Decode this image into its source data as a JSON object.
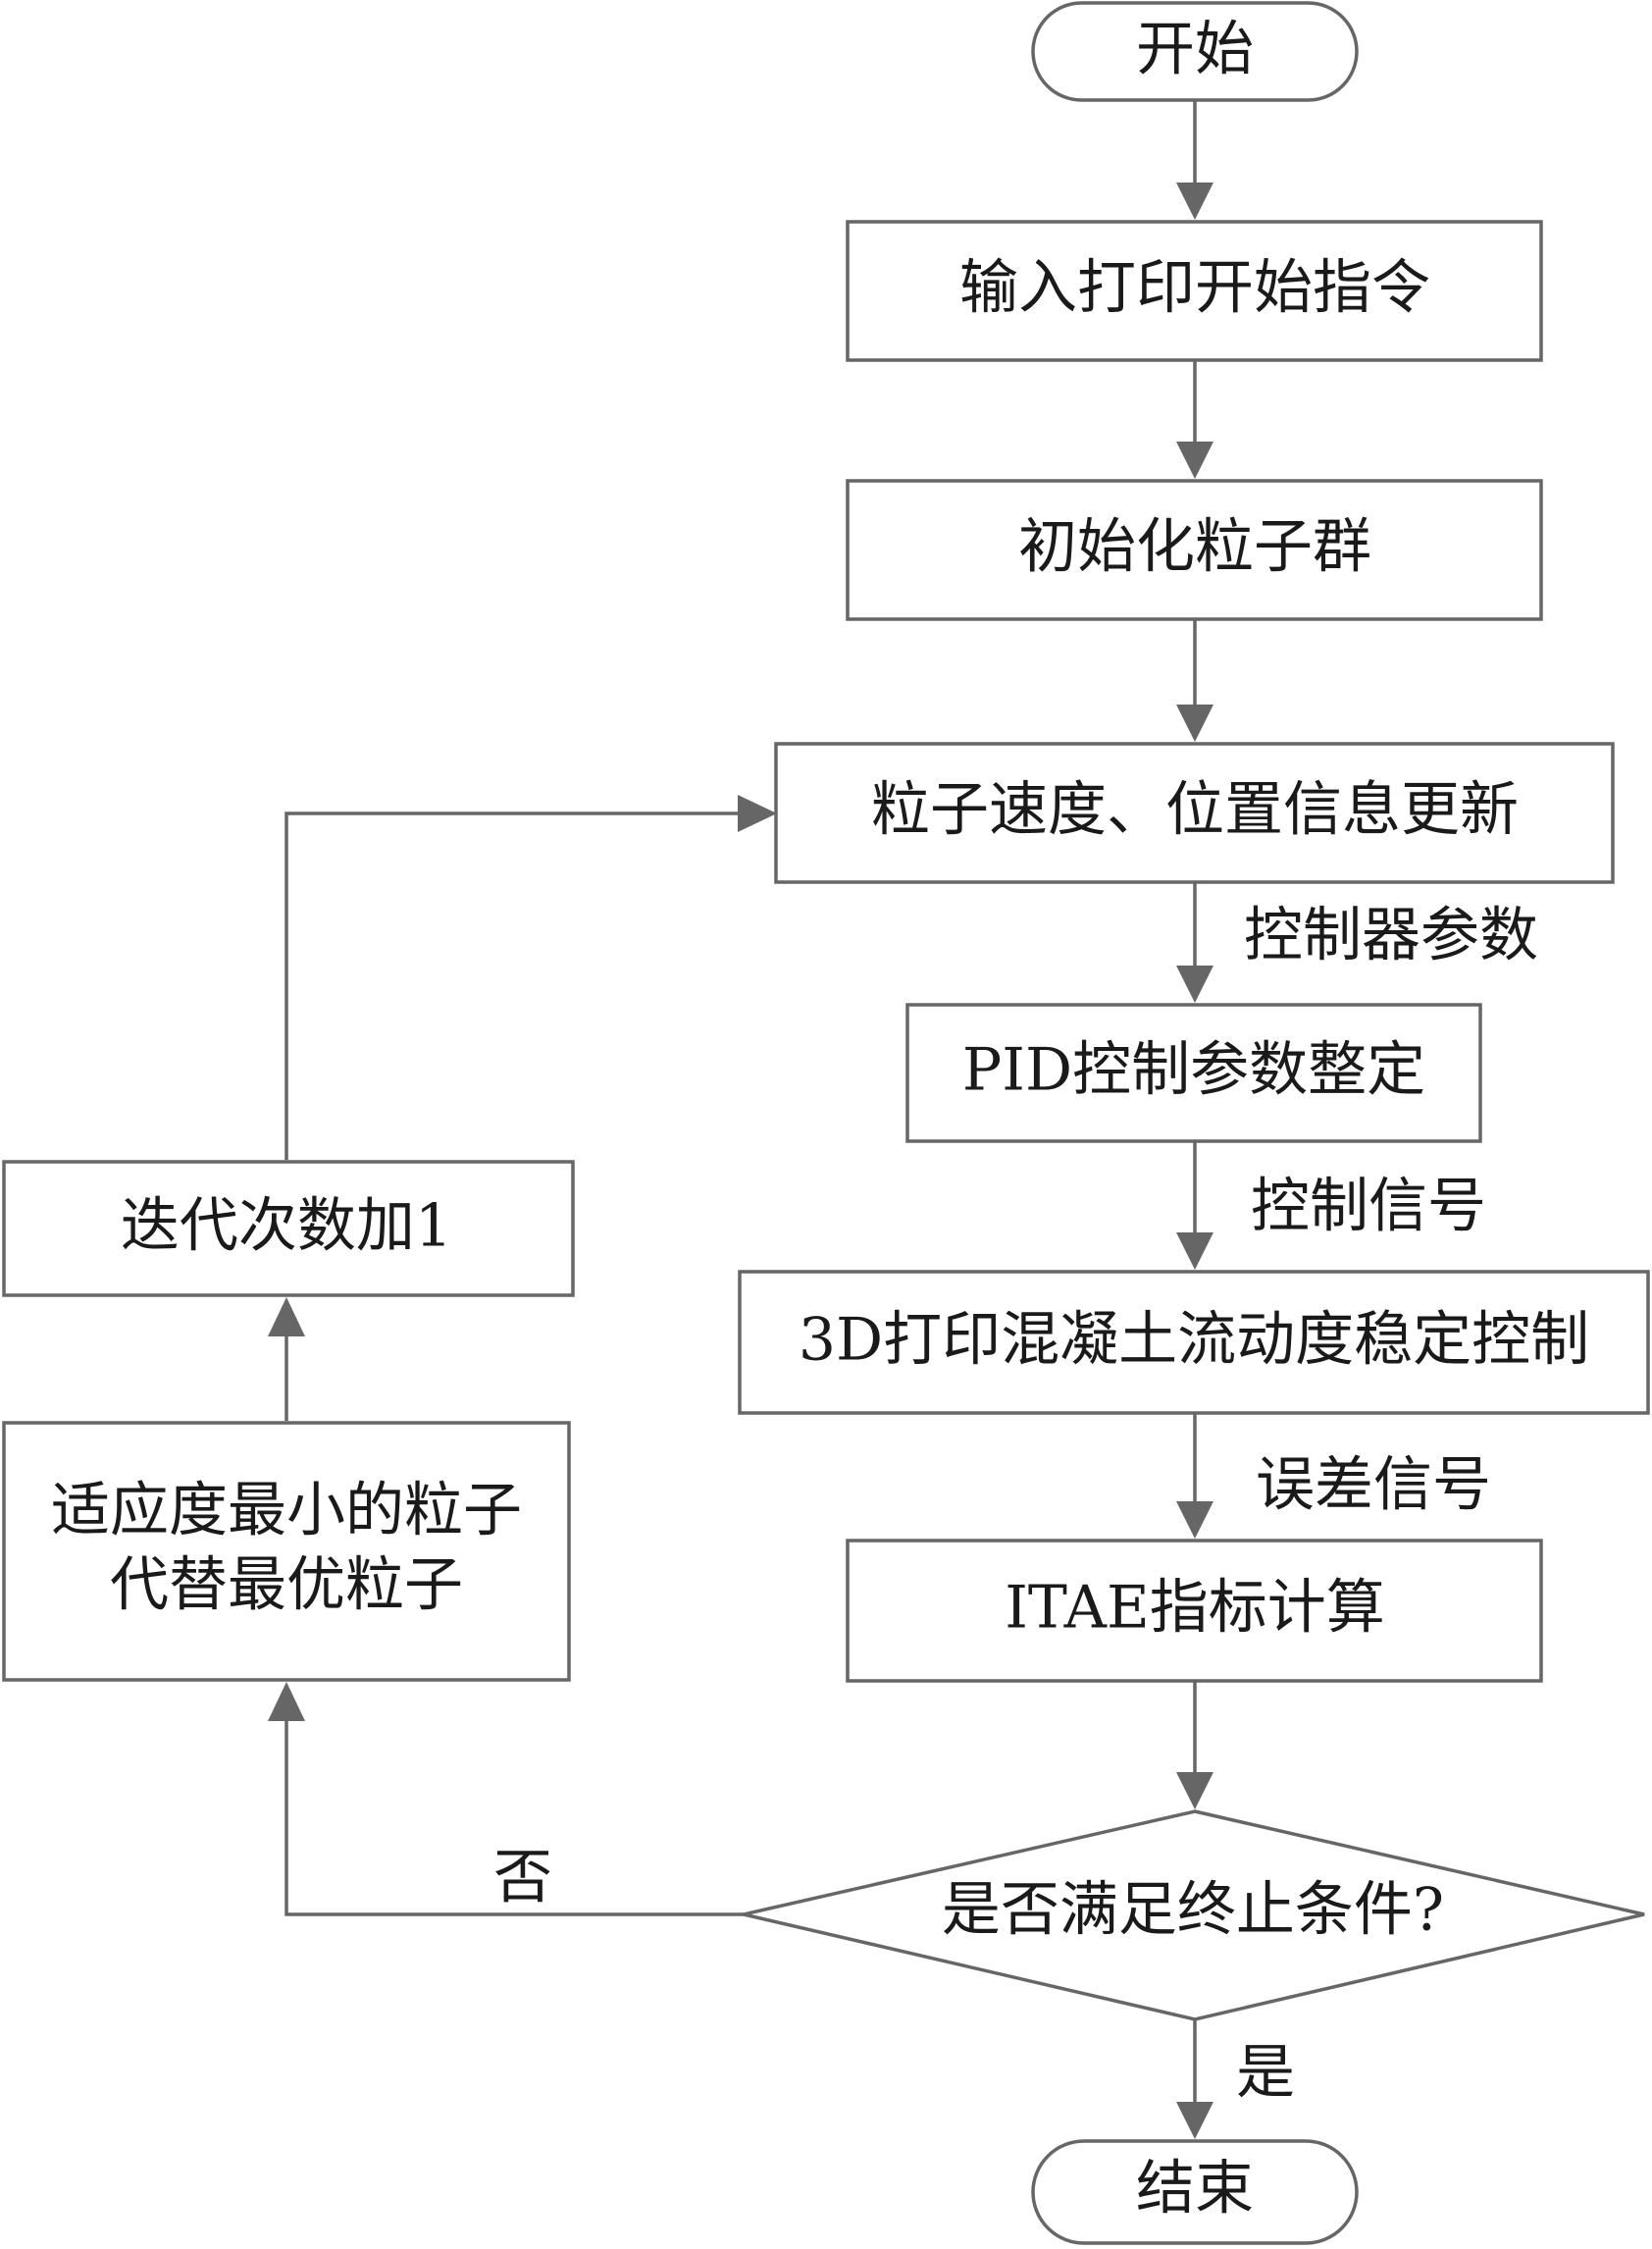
{
  "nodes": {
    "start": "开始",
    "input_command": "输入打印开始指令",
    "init_swarm": "初始化粒子群",
    "update": "粒子速度、位置信息更新",
    "pid_tuning": "PID控制参数整定",
    "flow_control": "3D打印混凝土流动度稳定控制",
    "itae": "ITAE指标计算",
    "decision": "是否满足终止条件?",
    "end": "结束",
    "replace_line1": "适应度最小的粒子",
    "replace_line2": "代替最优粒子",
    "iterate": "迭代次数加1"
  },
  "edges": {
    "controller_params": "控制器参数",
    "control_signal": "控制信号",
    "error_signal": "误差信号",
    "no": "否",
    "yes": "是"
  },
  "colors": {
    "line": "#666666",
    "text": "#1a1a1a",
    "fill": "#ffffff"
  }
}
